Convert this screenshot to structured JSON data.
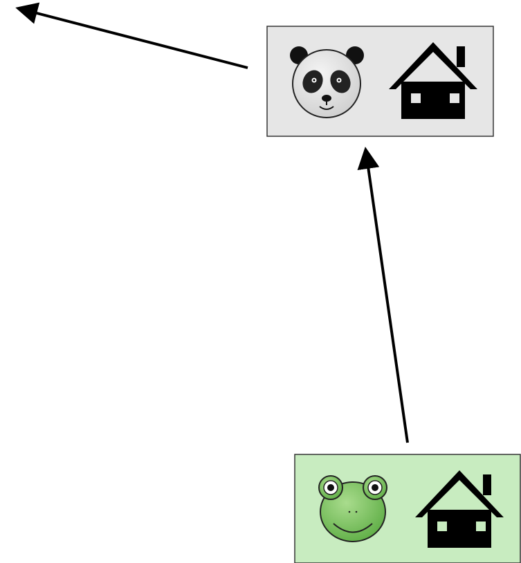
{
  "diagram": {
    "nodes": [
      {
        "id": "panda-house",
        "animal": "panda-icon",
        "building": "house-icon",
        "fill": "#e6e6e6",
        "border": "#333333"
      },
      {
        "id": "frog-house",
        "animal": "frog-icon",
        "building": "house-icon",
        "fill": "#c8ecc0",
        "border": "#333333"
      }
    ],
    "edges": [
      {
        "from": "frog-house",
        "to": "panda-house"
      },
      {
        "from": "panda-house",
        "to": "off-canvas-top-left"
      }
    ],
    "colors": {
      "arrow": "#000000",
      "frog_skin": "#7cc860",
      "panda_patch": "#222222",
      "house": "#000000"
    }
  }
}
